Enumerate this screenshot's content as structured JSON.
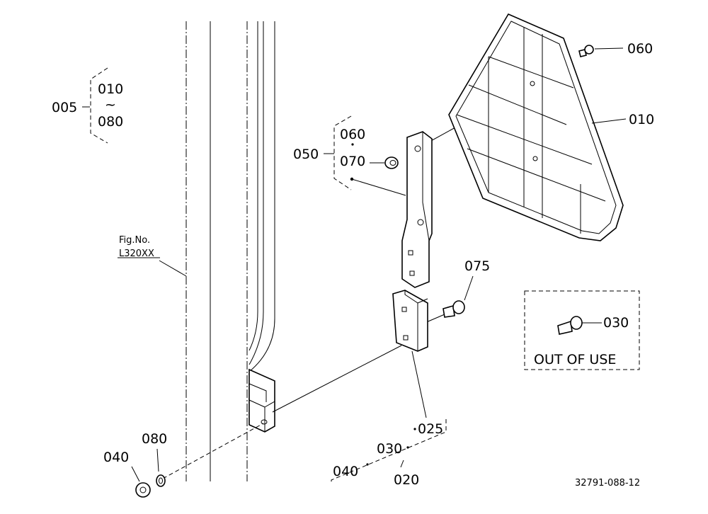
{
  "fig_ref": {
    "line1": "Fig.No.",
    "line2": "L320XX"
  },
  "labels": {
    "l005": "005",
    "l010a": "010",
    "tilde": "~",
    "l080a": "080",
    "l050": "050",
    "l060a": "060",
    "l070": "070",
    "l060": "060",
    "l010": "010",
    "l075": "075",
    "l030": "030",
    "l025": "025",
    "l030b": "030",
    "l040b": "040",
    "l020": "020",
    "l040": "040",
    "l080": "080"
  },
  "out_of_use": "OUT OF USE",
  "drawing_no": "32791-088-12"
}
